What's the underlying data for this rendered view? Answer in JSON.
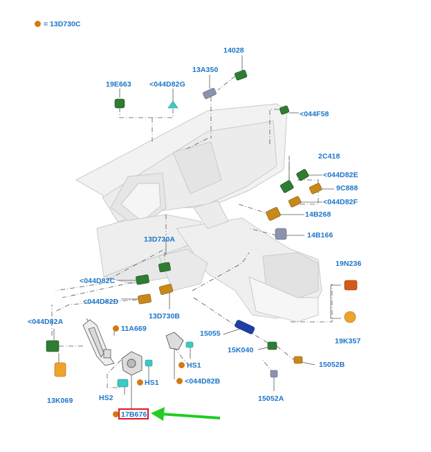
{
  "legend": {
    "marker_color": "#d27a12",
    "text": "= 13D730C"
  },
  "highlight_color": "#e2161a",
  "arrow_color": "#22cc22",
  "label_color": "#1b74c9",
  "parts": {
    "p14028": "14028",
    "p13A350": "13A350",
    "p19E663": "19E663",
    "p044D82G": "<044D82G",
    "p044F58": "<044F58",
    "p2C418": "2C418",
    "p044D82E": "<044D82E",
    "p9C888": "9C888",
    "p044D82F": "<044D82F",
    "p14B268": "14B268",
    "p14B166": "14B166",
    "p13D730A": "13D730A",
    "p044D82C": "<044D82C",
    "p044D82D": "<044D82D",
    "p13D730B": "13D730B",
    "p19N236": "19N236",
    "p19K357": "19K357",
    "p044D82A": "<044D82A",
    "p11A669": "11A669",
    "p15055": "15055",
    "p15K040": "15K040",
    "p15052B": "15052B",
    "pHS1a": "HS1",
    "pHS1b": "HS1",
    "p044D82B": "<044D82B",
    "pHS2": "HS2",
    "p13K069": "13K069",
    "p15052A": "15052A",
    "p17B676": "17B676"
  }
}
